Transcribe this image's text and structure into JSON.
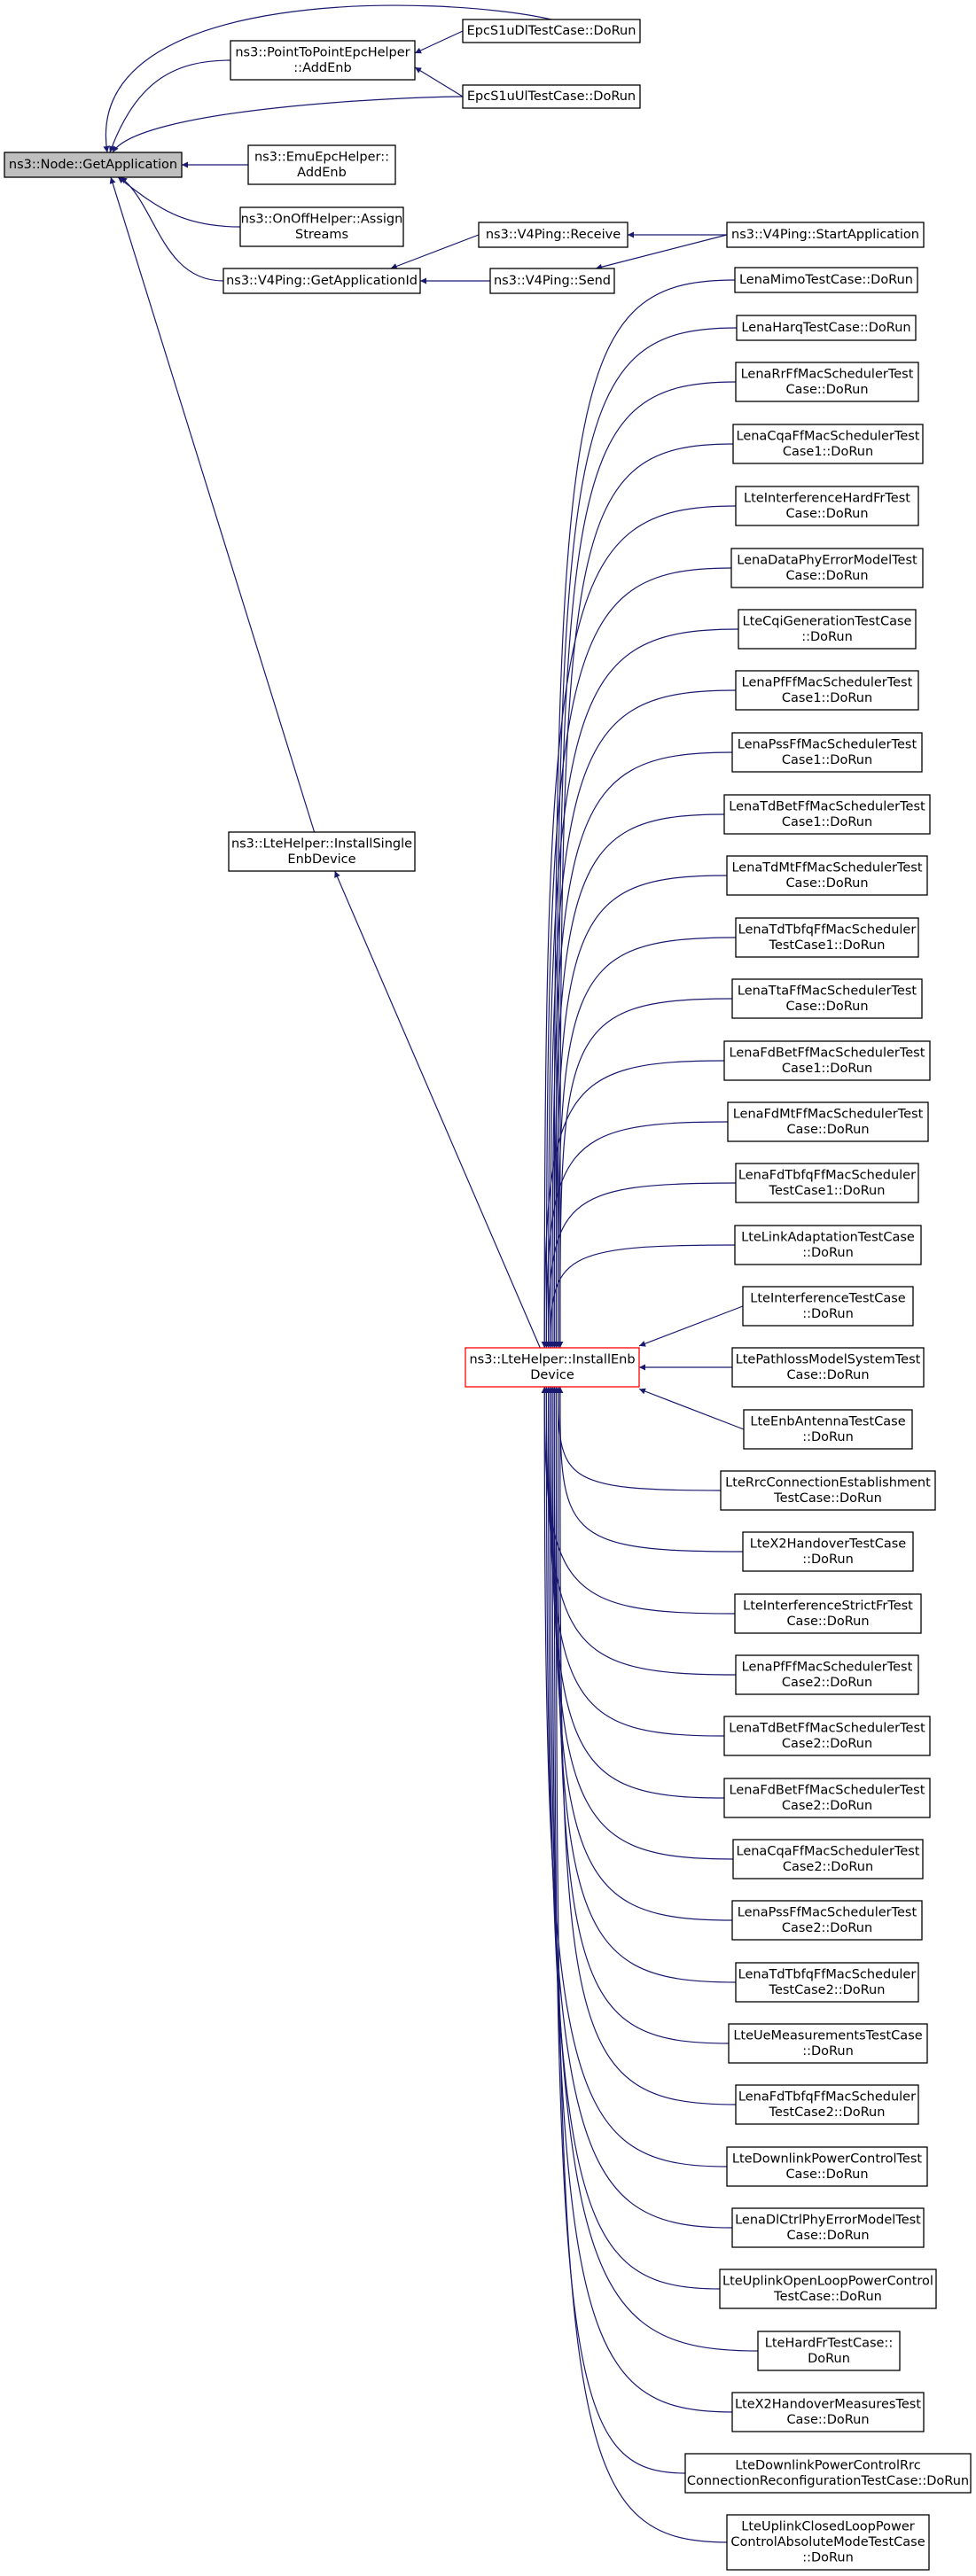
{
  "graph": {
    "colors": {
      "edge": "#191970",
      "node_border": "#000000",
      "node_fill": "#ffffff",
      "root_fill": "#bfbfbf",
      "root_border": "#000000",
      "highlight_border": "#ff0000"
    },
    "nodes": [
      {
        "id": "get-application",
        "lines": [
          "ns3::Node::GetApplication"
        ],
        "kind": "root"
      },
      {
        "id": "p2p-epc-helper-add-enb",
        "lines": [
          "ns3::PointToPointEpcHelper",
          "::AddEnb"
        ]
      },
      {
        "id": "epc-s1u-dl-test-case",
        "lines": [
          "EpcS1uDlTestCase::DoRun"
        ]
      },
      {
        "id": "epc-s1u-ul-test-case",
        "lines": [
          "EpcS1uUlTestCase::DoRun"
        ]
      },
      {
        "id": "emu-epc-helper-add-enb",
        "lines": [
          "ns3::EmuEpcHelper::",
          "AddEnb"
        ]
      },
      {
        "id": "onoff-helper-assign-streams",
        "lines": [
          "ns3::OnOffHelper::Assign",
          "Streams"
        ]
      },
      {
        "id": "v4ping-get-application-id",
        "lines": [
          "ns3::V4Ping::GetApplicationId"
        ]
      },
      {
        "id": "v4ping-receive",
        "lines": [
          "ns3::V4Ping::Receive"
        ]
      },
      {
        "id": "v4ping-send",
        "lines": [
          "ns3::V4Ping::Send"
        ]
      },
      {
        "id": "v4ping-start-application",
        "lines": [
          "ns3::V4Ping::StartApplication"
        ]
      },
      {
        "id": "lte-helper-install-single-enb-device",
        "lines": [
          "ns3::LteHelper::InstallSingle",
          "EnbDevice"
        ]
      },
      {
        "id": "lte-helper-install-enb-device",
        "lines": [
          "ns3::LteHelper::InstallEnb",
          "Device"
        ],
        "kind": "highlight"
      },
      {
        "id": "lena-mimo-test-case",
        "lines": [
          "LenaMimoTestCase::DoRun"
        ]
      },
      {
        "id": "lena-harq-test-case",
        "lines": [
          "LenaHarqTestCase::DoRun"
        ]
      },
      {
        "id": "lena-rr-ff-mac-scheduler-test-case",
        "lines": [
          "LenaRrFfMacSchedulerTest",
          "Case::DoRun"
        ]
      },
      {
        "id": "lena-cqa-ff-mac-scheduler-test-case1",
        "lines": [
          "LenaCqaFfMacSchedulerTest",
          "Case1::DoRun"
        ]
      },
      {
        "id": "lte-interference-hard-fr-test-case",
        "lines": [
          "LteInterferenceHardFrTest",
          "Case::DoRun"
        ]
      },
      {
        "id": "lena-data-phy-error-model-test-case",
        "lines": [
          "LenaDataPhyErrorModelTest",
          "Case::DoRun"
        ]
      },
      {
        "id": "lte-cqi-generation-test-case",
        "lines": [
          "LteCqiGenerationTestCase",
          "::DoRun"
        ]
      },
      {
        "id": "lena-pf-ff-mac-scheduler-test-case1",
        "lines": [
          "LenaPfFfMacSchedulerTest",
          "Case1::DoRun"
        ]
      },
      {
        "id": "lena-pss-ff-mac-scheduler-test-case1",
        "lines": [
          "LenaPssFfMacSchedulerTest",
          "Case1::DoRun"
        ]
      },
      {
        "id": "lena-tdbet-ff-mac-scheduler-test-case1",
        "lines": [
          "LenaTdBetFfMacSchedulerTest",
          "Case1::DoRun"
        ]
      },
      {
        "id": "lena-tdmt-ff-mac-scheduler-test-case",
        "lines": [
          "LenaTdMtFfMacSchedulerTest",
          "Case::DoRun"
        ]
      },
      {
        "id": "lena-tdtbfq-ff-mac-scheduler-test-case1",
        "lines": [
          "LenaTdTbfqFfMacScheduler",
          "TestCase1::DoRun"
        ]
      },
      {
        "id": "lena-tta-ff-mac-scheduler-test-case",
        "lines": [
          "LenaTtaFfMacSchedulerTest",
          "Case::DoRun"
        ]
      },
      {
        "id": "lena-fdbet-ff-mac-scheduler-test-case1",
        "lines": [
          "LenaFdBetFfMacSchedulerTest",
          "Case1::DoRun"
        ]
      },
      {
        "id": "lena-fdmt-ff-mac-scheduler-test-case",
        "lines": [
          "LenaFdMtFfMacSchedulerTest",
          "Case::DoRun"
        ]
      },
      {
        "id": "lena-fdtbfq-ff-mac-scheduler-test-case1",
        "lines": [
          "LenaFdTbfqFfMacScheduler",
          "TestCase1::DoRun"
        ]
      },
      {
        "id": "lte-link-adaptation-test-case",
        "lines": [
          "LteLinkAdaptationTestCase",
          "::DoRun"
        ]
      },
      {
        "id": "lte-interference-test-case",
        "lines": [
          "LteInterferenceTestCase",
          "::DoRun"
        ]
      },
      {
        "id": "lte-pathloss-model-system-test-case",
        "lines": [
          "LtePathlossModelSystemTest",
          "Case::DoRun"
        ]
      },
      {
        "id": "lte-enb-antenna-test-case",
        "lines": [
          "LteEnbAntennaTestCase",
          "::DoRun"
        ]
      },
      {
        "id": "lte-rrc-connection-establishment-test-case",
        "lines": [
          "LteRrcConnectionEstablishment",
          "TestCase::DoRun"
        ]
      },
      {
        "id": "lte-x2-handover-test-case",
        "lines": [
          "LteX2HandoverTestCase",
          "::DoRun"
        ]
      },
      {
        "id": "lte-interference-strict-fr-test-case",
        "lines": [
          "LteInterferenceStrictFrTest",
          "Case::DoRun"
        ]
      },
      {
        "id": "lena-pf-ff-mac-scheduler-test-case2",
        "lines": [
          "LenaPfFfMacSchedulerTest",
          "Case2::DoRun"
        ]
      },
      {
        "id": "lena-tdbet-ff-mac-scheduler-test-case2",
        "lines": [
          "LenaTdBetFfMacSchedulerTest",
          "Case2::DoRun"
        ]
      },
      {
        "id": "lena-fdbet-ff-mac-scheduler-test-case2",
        "lines": [
          "LenaFdBetFfMacSchedulerTest",
          "Case2::DoRun"
        ]
      },
      {
        "id": "lena-cqa-ff-mac-scheduler-test-case2",
        "lines": [
          "LenaCqaFfMacSchedulerTest",
          "Case2::DoRun"
        ]
      },
      {
        "id": "lena-pss-ff-mac-scheduler-test-case2",
        "lines": [
          "LenaPssFfMacSchedulerTest",
          "Case2::DoRun"
        ]
      },
      {
        "id": "lena-tdtbfq-ff-mac-scheduler-test-case2",
        "lines": [
          "LenaTdTbfqFfMacScheduler",
          "TestCase2::DoRun"
        ]
      },
      {
        "id": "lte-ue-measurements-test-case",
        "lines": [
          "LteUeMeasurementsTestCase",
          "::DoRun"
        ]
      },
      {
        "id": "lena-fdtbfq-ff-mac-scheduler-test-case2",
        "lines": [
          "LenaFdTbfqFfMacScheduler",
          "TestCase2::DoRun"
        ]
      },
      {
        "id": "lte-downlink-power-control-test-case",
        "lines": [
          "LteDownlinkPowerControlTest",
          "Case::DoRun"
        ]
      },
      {
        "id": "lena-dl-ctrl-phy-error-model-test-case",
        "lines": [
          "LenaDlCtrlPhyErrorModelTest",
          "Case::DoRun"
        ]
      },
      {
        "id": "lte-uplink-open-loop-power-control-test-case",
        "lines": [
          "LteUplinkOpenLoopPowerControl",
          "TestCase::DoRun"
        ]
      },
      {
        "id": "lte-hard-fr-test-case",
        "lines": [
          "LteHardFrTestCase::",
          "DoRun"
        ]
      },
      {
        "id": "lte-x2-handover-measures-test-case",
        "lines": [
          "LteX2HandoverMeasuresTest",
          "Case::DoRun"
        ]
      },
      {
        "id": "lte-downlink-power-control-rrc-connection-reconfiguration-test-case",
        "lines": [
          "LteDownlinkPowerControlRrc",
          "ConnectionReconfigurationTestCase::DoRun"
        ]
      },
      {
        "id": "lte-uplink-closed-loop-power-control-absolute-mode-test-case",
        "lines": [
          "LteUplinkClosedLoopPower",
          "ControlAbsoluteModeTestCase",
          "::DoRun"
        ]
      }
    ],
    "edges": [
      [
        "epc-s1u-dl-test-case",
        "get-application"
      ],
      [
        "p2p-epc-helper-add-enb",
        "get-application"
      ],
      [
        "epc-s1u-ul-test-case",
        "get-application"
      ],
      [
        "emu-epc-helper-add-enb",
        "get-application"
      ],
      [
        "onoff-helper-assign-streams",
        "get-application"
      ],
      [
        "v4ping-get-application-id",
        "get-application"
      ],
      [
        "lte-helper-install-single-enb-device",
        "get-application"
      ],
      [
        "epc-s1u-dl-test-case",
        "p2p-epc-helper-add-enb"
      ],
      [
        "epc-s1u-ul-test-case",
        "p2p-epc-helper-add-enb"
      ],
      [
        "v4ping-receive",
        "v4ping-get-application-id"
      ],
      [
        "v4ping-send",
        "v4ping-get-application-id"
      ],
      [
        "v4ping-start-application",
        "v4ping-receive"
      ],
      [
        "v4ping-start-application",
        "v4ping-send"
      ],
      [
        "lte-helper-install-enb-device",
        "lte-helper-install-single-enb-device"
      ],
      [
        "lena-mimo-test-case",
        "lte-helper-install-enb-device"
      ],
      [
        "lena-harq-test-case",
        "lte-helper-install-enb-device"
      ],
      [
        "lena-rr-ff-mac-scheduler-test-case",
        "lte-helper-install-enb-device"
      ],
      [
        "lena-cqa-ff-mac-scheduler-test-case1",
        "lte-helper-install-enb-device"
      ],
      [
        "lte-interference-hard-fr-test-case",
        "lte-helper-install-enb-device"
      ],
      [
        "lena-data-phy-error-model-test-case",
        "lte-helper-install-enb-device"
      ],
      [
        "lte-cqi-generation-test-case",
        "lte-helper-install-enb-device"
      ],
      [
        "lena-pf-ff-mac-scheduler-test-case1",
        "lte-helper-install-enb-device"
      ],
      [
        "lena-pss-ff-mac-scheduler-test-case1",
        "lte-helper-install-enb-device"
      ],
      [
        "lena-tdbet-ff-mac-scheduler-test-case1",
        "lte-helper-install-enb-device"
      ],
      [
        "lena-tdmt-ff-mac-scheduler-test-case",
        "lte-helper-install-enb-device"
      ],
      [
        "lena-tdtbfq-ff-mac-scheduler-test-case1",
        "lte-helper-install-enb-device"
      ],
      [
        "lena-tta-ff-mac-scheduler-test-case",
        "lte-helper-install-enb-device"
      ],
      [
        "lena-fdbet-ff-mac-scheduler-test-case1",
        "lte-helper-install-enb-device"
      ],
      [
        "lena-fdmt-ff-mac-scheduler-test-case",
        "lte-helper-install-enb-device"
      ],
      [
        "lena-fdtbfq-ff-mac-scheduler-test-case1",
        "lte-helper-install-enb-device"
      ],
      [
        "lte-link-adaptation-test-case",
        "lte-helper-install-enb-device"
      ],
      [
        "lte-interference-test-case",
        "lte-helper-install-enb-device"
      ],
      [
        "lte-pathloss-model-system-test-case",
        "lte-helper-install-enb-device"
      ],
      [
        "lte-enb-antenna-test-case",
        "lte-helper-install-enb-device"
      ],
      [
        "lte-rrc-connection-establishment-test-case",
        "lte-helper-install-enb-device"
      ],
      [
        "lte-x2-handover-test-case",
        "lte-helper-install-enb-device"
      ],
      [
        "lte-interference-strict-fr-test-case",
        "lte-helper-install-enb-device"
      ],
      [
        "lena-pf-ff-mac-scheduler-test-case2",
        "lte-helper-install-enb-device"
      ],
      [
        "lena-tdbet-ff-mac-scheduler-test-case2",
        "lte-helper-install-enb-device"
      ],
      [
        "lena-fdbet-ff-mac-scheduler-test-case2",
        "lte-helper-install-enb-device"
      ],
      [
        "lena-cqa-ff-mac-scheduler-test-case2",
        "lte-helper-install-enb-device"
      ],
      [
        "lena-pss-ff-mac-scheduler-test-case2",
        "lte-helper-install-enb-device"
      ],
      [
        "lena-tdtbfq-ff-mac-scheduler-test-case2",
        "lte-helper-install-enb-device"
      ],
      [
        "lte-ue-measurements-test-case",
        "lte-helper-install-enb-device"
      ],
      [
        "lena-fdtbfq-ff-mac-scheduler-test-case2",
        "lte-helper-install-enb-device"
      ],
      [
        "lte-downlink-power-control-test-case",
        "lte-helper-install-enb-device"
      ],
      [
        "lena-dl-ctrl-phy-error-model-test-case",
        "lte-helper-install-enb-device"
      ],
      [
        "lte-uplink-open-loop-power-control-test-case",
        "lte-helper-install-enb-device"
      ],
      [
        "lte-hard-fr-test-case",
        "lte-helper-install-enb-device"
      ],
      [
        "lte-x2-handover-measures-test-case",
        "lte-helper-install-enb-device"
      ],
      [
        "lte-downlink-power-control-rrc-connection-reconfiguration-test-case",
        "lte-helper-install-enb-device"
      ],
      [
        "lte-uplink-closed-loop-power-control-absolute-mode-test-case",
        "lte-helper-install-enb-device"
      ]
    ]
  }
}
